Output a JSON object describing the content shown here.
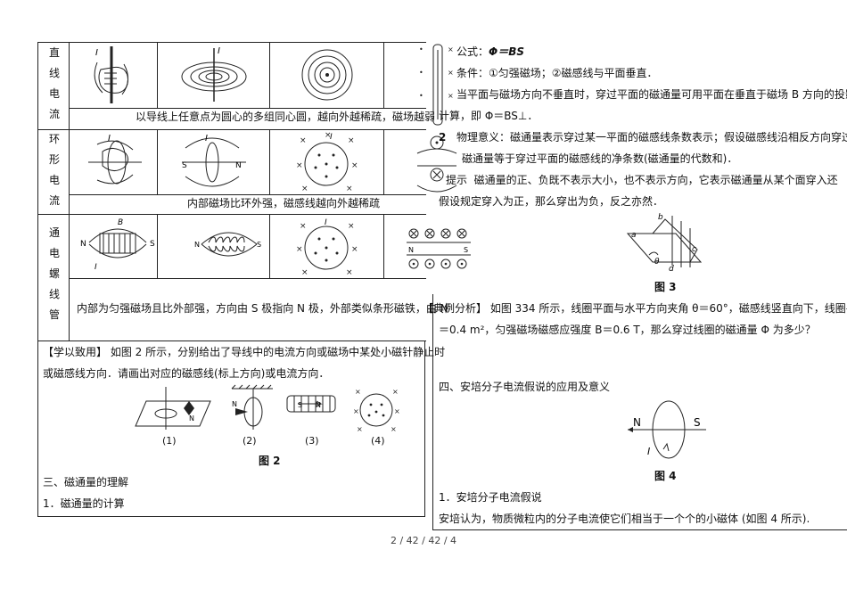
{
  "table": {
    "row_heads": {
      "straight": [
        "直",
        "线",
        "电",
        "流"
      ],
      "ring": [
        "环",
        "形",
        "电",
        "流"
      ],
      "solenoid": [
        "通",
        "电",
        "螺",
        "线",
        "管"
      ]
    },
    "straight_desc": "以导线上任意点为圆心的多组同心圆，越向外越稀疏，磁场越弱",
    "ring_desc": "内部磁场比环外强，磁感线越向外越稀疏",
    "solenoid_desc": "内部为匀强磁场且比外部强，方向由 S 极指向 N 极，外部类似条形磁铁，由 N",
    "labels": {
      "I": "I",
      "B": "B",
      "N": "N",
      "S": "S"
    }
  },
  "left": {
    "exercise_line1": "【学以致用】 如图 2 所示，分别给出了导线中的电流方向或磁场中某处小磁针静止时",
    "exercise_line2": "或磁感线方向．请画出对应的磁感线(标上方向)或电流方向．",
    "fig2_subs": [
      "(1)",
      "(2)",
      "(3)",
      "(4)"
    ],
    "fig2_caption": "图 2",
    "section3": "三、磁通量的理解",
    "sub1": "1．磁通量的计算"
  },
  "right": {
    "formula_label": "公式：",
    "formula": "Φ＝BS",
    "condition": "条件：①匀强磁场；②磁感线与平面垂直．",
    "nonperp": "当平面与磁场方向不垂直时，穿过平面的磁通量可用平面在垂直于磁场 B 方向的投影",
    "calc": "计算，即 Φ＝BS⊥．",
    "phys_num": "2",
    "phys": "物理意义：磁通量表示穿过某一平面的磁感线条数表示；假设磁感线沿相反方向穿过",
    "phys2": "磁通量等于穿过平面的磁感线的净条数(磁通量的代数和)．",
    "hint_label": "提示",
    "hint": "磁通量的正、负既不表示大小，也不表示方向，它表示磁通量从某个面穿入还",
    "hint2": "假设规定穿入为正，那么穿出为负，反之亦然．",
    "fig3_labels": [
      "a",
      "b",
      "c",
      "d",
      "θ"
    ],
    "fig3_caption": "图 3",
    "example_line1": "【典例分析】 如图 334 所示，线圈平面与水平方向夹角 θ＝60°，磁感线竖直向下，线圈平",
    "example_line2": "＝0.4 m²，匀强磁场磁感应强度 B＝0.6 T，那么穿过线圈的磁通量 Φ 为多少？",
    "section4": "四、安培分子电流假说的应用及意义",
    "fig4_N": "N",
    "fig4_S": "S",
    "fig4_I": "I",
    "fig4_caption": "图 4",
    "hyp_title": "1．安培分子电流假说",
    "hyp_text": "安培认为，物质微粒内的分子电流使它们相当于一个个的小磁体 (如图 4 所示)."
  },
  "footer": "2 / 42 / 42 / 4",
  "colors": {
    "text": "#111111",
    "line": "#222222",
    "page": "#ffffff"
  }
}
